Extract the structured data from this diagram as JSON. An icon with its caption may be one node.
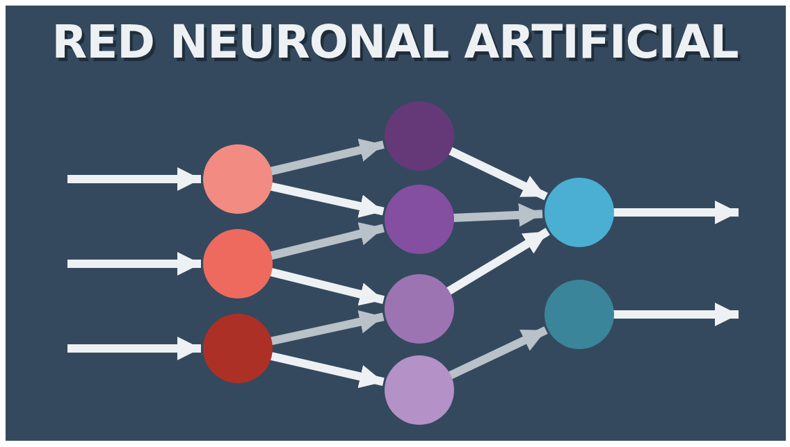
{
  "diagram": {
    "title": "RED NEURONAL ARTIFICIAL",
    "nodes": [
      {
        "text": [],
        "shape": "circle"
      },
      {
        "text": [],
        "shape": "circle"
      },
      {
        "text": [],
        "shape": "circle"
      },
      {
        "text": [],
        "shape": "circle"
      },
      {
        "text": [],
        "shape": "circle"
      },
      {
        "text": [],
        "shape": "circle"
      },
      {
        "text": [],
        "shape": "circle"
      },
      {
        "text": [],
        "shape": "circle"
      },
      {
        "text": [],
        "shape": "circle"
      }
    ],
    "edges": [
      {
        "from": null,
        "to": 0,
        "arrow": "to"
      },
      {
        "from": null,
        "to": 1,
        "arrow": "to"
      },
      {
        "from": null,
        "to": 2,
        "arrow": "to"
      },
      {
        "from": 0,
        "to": 3,
        "arrow": "to",
        "color": "#b9c1c9"
      },
      {
        "from": 0,
        "to": 4,
        "arrow": "to"
      },
      {
        "from": 1,
        "to": 4,
        "arrow": "to",
        "color": "#b9c1c9"
      },
      {
        "from": 1,
        "to": 5,
        "arrow": "to"
      },
      {
        "from": 2,
        "to": 5,
        "arrow": "to",
        "color": "#b9c1c9"
      },
      {
        "from": 2,
        "to": 6,
        "arrow": "to"
      },
      {
        "from": 3,
        "to": 7,
        "arrow": "to"
      },
      {
        "from": 4,
        "to": 7,
        "arrow": "to",
        "color": "#b9c1c9"
      },
      {
        "from": 5,
        "to": 7,
        "arrow": "to"
      },
      {
        "from": 6,
        "to": 8,
        "arrow": "to",
        "color": "#b9c1c9"
      },
      {
        "from": 7,
        "to": null,
        "arrow": "to"
      },
      {
        "from": 8,
        "to": null,
        "arrow": "to"
      }
    ]
  }
}
